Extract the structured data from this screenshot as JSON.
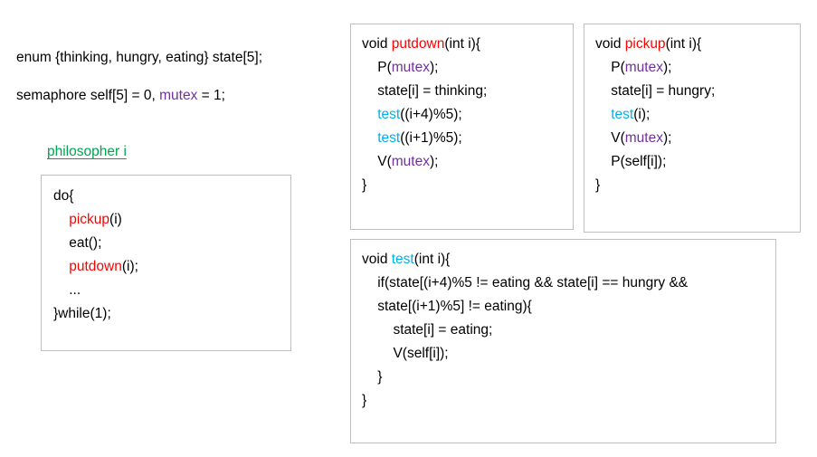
{
  "slide": {
    "background_color": "#FFFFFF",
    "palette": {
      "function_name_red": "#FF0000",
      "test_call_cyan": "#00B0F0",
      "mutex_purple": "#7030A0",
      "label_green": "#00A550",
      "box_border_gray": "#BFBFBF",
      "text_black": "#000000"
    }
  },
  "declarations": {
    "enum_line": {
      "text": "enum {thinking, hungry, eating} state[5];"
    },
    "semaphore_line": {
      "prefix": "semaphore self[5] = 0, ",
      "mutex": "mutex",
      "suffix": " = 1;"
    }
  },
  "philosopher": {
    "label": "philosopher i",
    "lines": [
      {
        "parts": [
          {
            "t": "do{",
            "c": "black"
          }
        ]
      },
      {
        "parts": [
          {
            "t": "    ",
            "c": "black"
          },
          {
            "t": "pickup",
            "c": "red"
          },
          {
            "t": "(i)",
            "c": "black"
          }
        ]
      },
      {
        "parts": [
          {
            "t": "    eat();",
            "c": "black"
          }
        ]
      },
      {
        "parts": [
          {
            "t": "    ",
            "c": "black"
          },
          {
            "t": "putdown",
            "c": "red"
          },
          {
            "t": "(i);",
            "c": "black"
          }
        ]
      },
      {
        "parts": [
          {
            "t": "    ...",
            "c": "black"
          }
        ]
      },
      {
        "parts": [
          {
            "t": "}while(1);",
            "c": "black"
          }
        ]
      }
    ]
  },
  "putdown": {
    "title": "void putdown(int i){",
    "lines": [
      {
        "parts": [
          {
            "t": "void ",
            "c": "black"
          },
          {
            "t": "putdown",
            "c": "red"
          },
          {
            "t": "(int i){",
            "c": "black"
          }
        ]
      },
      {
        "parts": [
          {
            "t": "    P(",
            "c": "black"
          },
          {
            "t": "mutex",
            "c": "purple"
          },
          {
            "t": ");",
            "c": "black"
          }
        ]
      },
      {
        "parts": [
          {
            "t": "    state[i] = thinking;",
            "c": "black"
          }
        ]
      },
      {
        "parts": [
          {
            "t": "    ",
            "c": "black"
          },
          {
            "t": "test",
            "c": "cyan"
          },
          {
            "t": "((i+4)%5);",
            "c": "black"
          }
        ]
      },
      {
        "parts": [
          {
            "t": "    ",
            "c": "black"
          },
          {
            "t": "test",
            "c": "cyan"
          },
          {
            "t": "((i+1)%5);",
            "c": "black"
          }
        ]
      },
      {
        "parts": [
          {
            "t": "    V(",
            "c": "black"
          },
          {
            "t": "mutex",
            "c": "purple"
          },
          {
            "t": ");",
            "c": "black"
          }
        ]
      },
      {
        "parts": [
          {
            "t": "}",
            "c": "black"
          }
        ]
      }
    ]
  },
  "pickup": {
    "title": "void pickup(int i){",
    "lines": [
      {
        "parts": [
          {
            "t": "void ",
            "c": "black"
          },
          {
            "t": "pickup",
            "c": "red"
          },
          {
            "t": "(int i){",
            "c": "black"
          }
        ]
      },
      {
        "parts": [
          {
            "t": "    P(",
            "c": "black"
          },
          {
            "t": "mutex",
            "c": "purple"
          },
          {
            "t": ");",
            "c": "black"
          }
        ]
      },
      {
        "parts": [
          {
            "t": "    state[i] = hungry;",
            "c": "black"
          }
        ]
      },
      {
        "parts": [
          {
            "t": "    ",
            "c": "black"
          },
          {
            "t": "test",
            "c": "cyan"
          },
          {
            "t": "(i);",
            "c": "black"
          }
        ]
      },
      {
        "parts": [
          {
            "t": "    V(",
            "c": "black"
          },
          {
            "t": "mutex",
            "c": "purple"
          },
          {
            "t": ");",
            "c": "black"
          }
        ]
      },
      {
        "parts": [
          {
            "t": "    P(self[i]);",
            "c": "black"
          }
        ]
      },
      {
        "parts": [
          {
            "t": "}",
            "c": "black"
          }
        ]
      }
    ]
  },
  "test": {
    "title": "void test(int i){",
    "lines": [
      {
        "parts": [
          {
            "t": "void ",
            "c": "black"
          },
          {
            "t": "test",
            "c": "cyan"
          },
          {
            "t": "(int i){",
            "c": "black"
          }
        ]
      },
      {
        "parts": [
          {
            "t": "    if(state[(i+4)%5 != eating && state[i] == hungry &&",
            "c": "black"
          }
        ]
      },
      {
        "parts": [
          {
            "t": "    state[(i+1)%5] != eating){",
            "c": "black"
          }
        ]
      },
      {
        "parts": [
          {
            "t": "        state[i] = eating;",
            "c": "black"
          }
        ]
      },
      {
        "parts": [
          {
            "t": "        V(self[i]);",
            "c": "black"
          }
        ]
      },
      {
        "parts": [
          {
            "t": "    }",
            "c": "black"
          }
        ]
      },
      {
        "parts": [
          {
            "t": "}",
            "c": "black"
          }
        ]
      }
    ]
  }
}
